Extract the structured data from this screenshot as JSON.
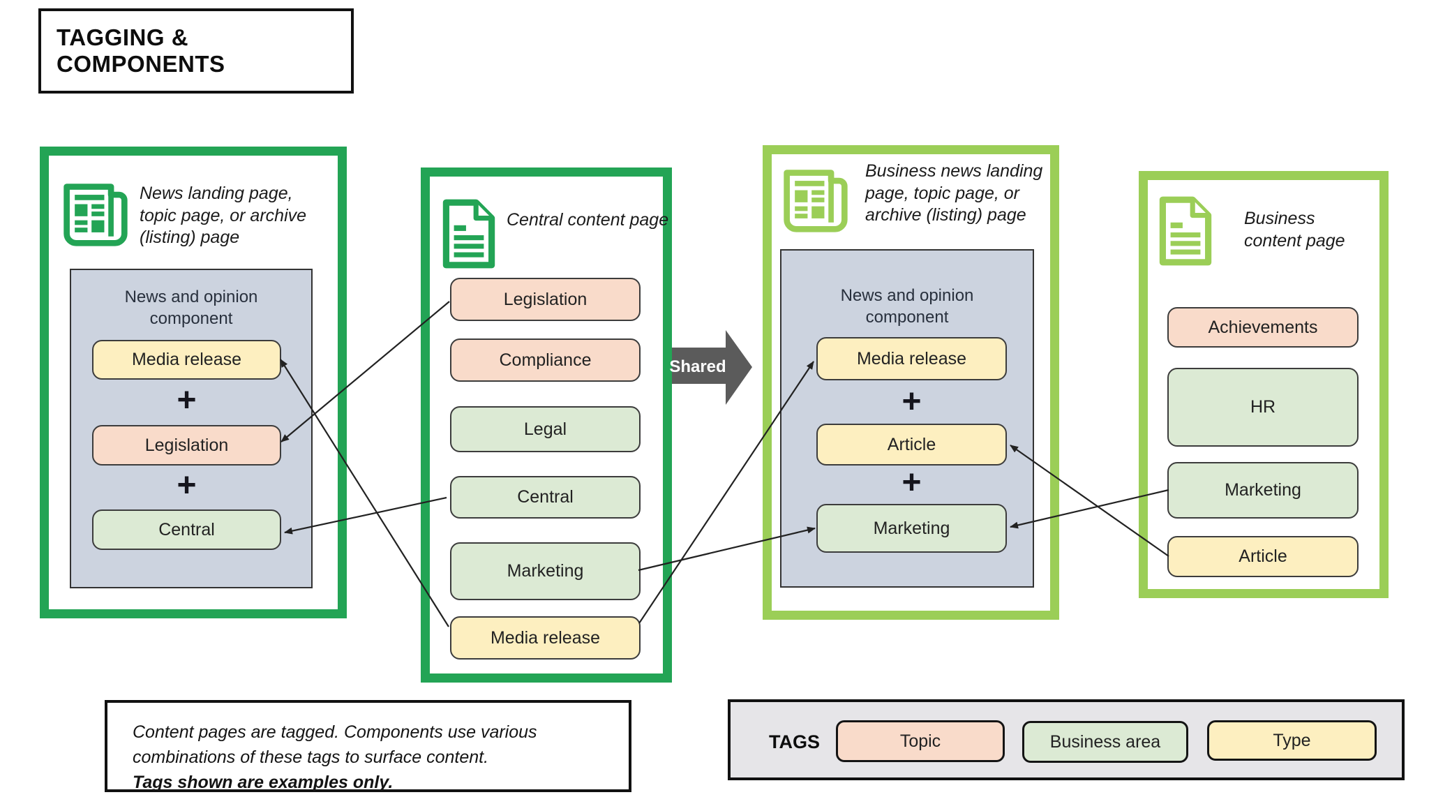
{
  "title": "TAGGING & COMPONENTS",
  "shared_label": "Shared",
  "plus": "+",
  "panels": [
    {
      "id": "news-listing",
      "icon": "newspaper-icon",
      "caption": "News landing page, topic page, or archive (listing) page",
      "component": {
        "title": "News and opinion component",
        "tags": [
          {
            "label": "Media release",
            "type": "type"
          },
          {
            "label": "Legislation",
            "type": "topic"
          },
          {
            "label": "Central",
            "type": "business-area"
          }
        ]
      }
    },
    {
      "id": "central-content",
      "icon": "document-icon",
      "caption": "Central content page",
      "tags": [
        {
          "label": "Legislation",
          "type": "topic"
        },
        {
          "label": "Compliance",
          "type": "topic"
        },
        {
          "label": "Legal",
          "type": "business-area"
        },
        {
          "label": "Central",
          "type": "business-area"
        },
        {
          "label": "Marketing",
          "type": "business-area"
        },
        {
          "label": "Media release",
          "type": "type"
        }
      ]
    },
    {
      "id": "business-news-listing",
      "icon": "newspaper-icon",
      "caption": "Business news landing page, topic page, or archive (listing) page",
      "component": {
        "title": "News and opinion component",
        "tags": [
          {
            "label": "Media release",
            "type": "type"
          },
          {
            "label": "Article",
            "type": "type"
          },
          {
            "label": "Marketing",
            "type": "business-area"
          }
        ]
      }
    },
    {
      "id": "business-content",
      "icon": "document-icon",
      "caption": "Business content page",
      "tags": [
        {
          "label": "Achievements",
          "type": "topic"
        },
        {
          "label": "HR",
          "type": "business-area"
        },
        {
          "label": "Marketing",
          "type": "business-area"
        },
        {
          "label": "Article",
          "type": "type"
        }
      ]
    }
  ],
  "connections": [
    {
      "from": "central-content.Legislation",
      "to": "news-listing.Legislation"
    },
    {
      "from": "central-content.Media release",
      "to": "news-listing.Media release"
    },
    {
      "from": "central-content.Central",
      "to": "news-listing.Central"
    },
    {
      "from": "central-content.Marketing",
      "to": "business-news-listing.Marketing"
    },
    {
      "from": "central-content.Media release",
      "to": "business-news-listing.Media release"
    },
    {
      "from": "business-content.Article",
      "to": "business-news-listing.Article"
    },
    {
      "from": "business-content.Marketing",
      "to": "business-news-listing.Marketing"
    }
  ],
  "note": {
    "lines": [
      "Content pages are tagged. Components use various",
      "combinations of these tags to surface content.",
      "Tags shown are examples only."
    ]
  },
  "legend": {
    "label": "TAGS",
    "tags": [
      {
        "label": "Topic",
        "type": "topic"
      },
      {
        "label": "Business area",
        "type": "business-area"
      },
      {
        "label": "Type",
        "type": "type"
      }
    ]
  },
  "colors": {
    "dark_green": "#23a455",
    "light_green": "#9bce57",
    "tag_topic": "#f9dbca",
    "tag_type": "#fdefc0",
    "tag_business_area": "#dcead4",
    "component_bg": "#ccd3df",
    "shared_arrow": "#5b5b5b"
  }
}
